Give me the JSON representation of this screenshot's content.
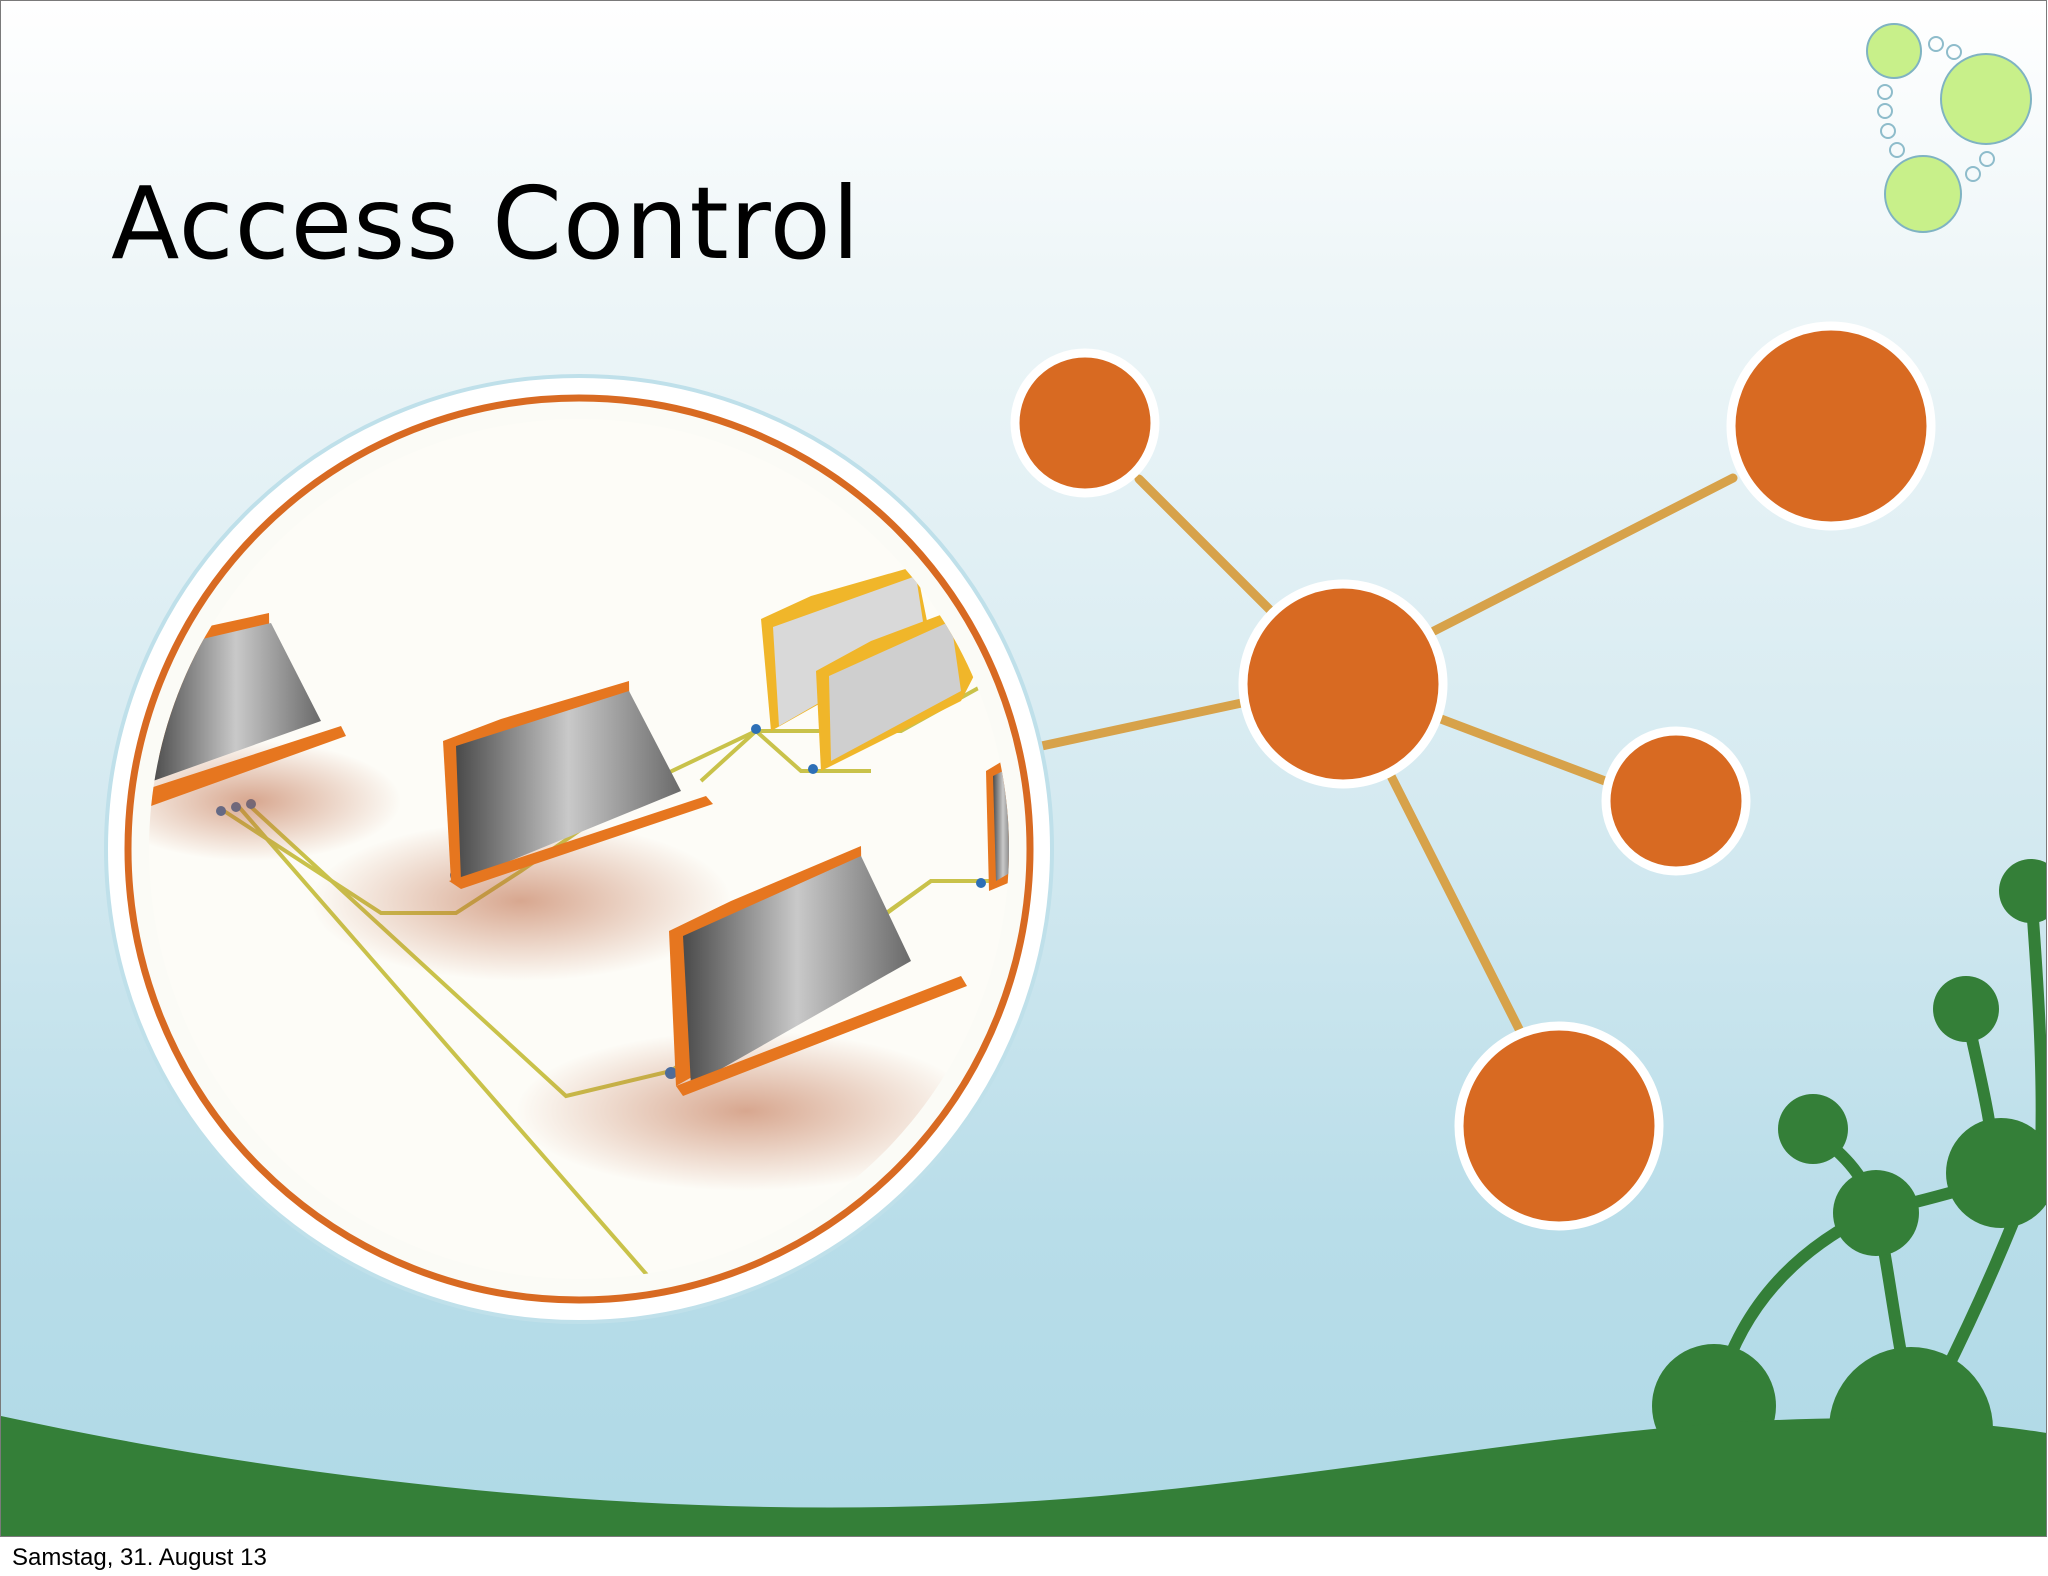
{
  "slide": {
    "title": "Access Control",
    "footer_date": "Samstag, 31. August 13"
  },
  "colors": {
    "node_orange": "#d86a22",
    "connector_gold": "#d7a24a",
    "ground_green": "#347f38",
    "logo_green": "#c8f08a",
    "folder_orange": "#e6761f",
    "folder_yellow": "#f0b62a"
  },
  "graphics": {
    "logo": "bubble-logo",
    "illustration": "folder-hierarchy-illustration",
    "network": "network-node-diagram",
    "ground": "green-hill-with-plants"
  }
}
